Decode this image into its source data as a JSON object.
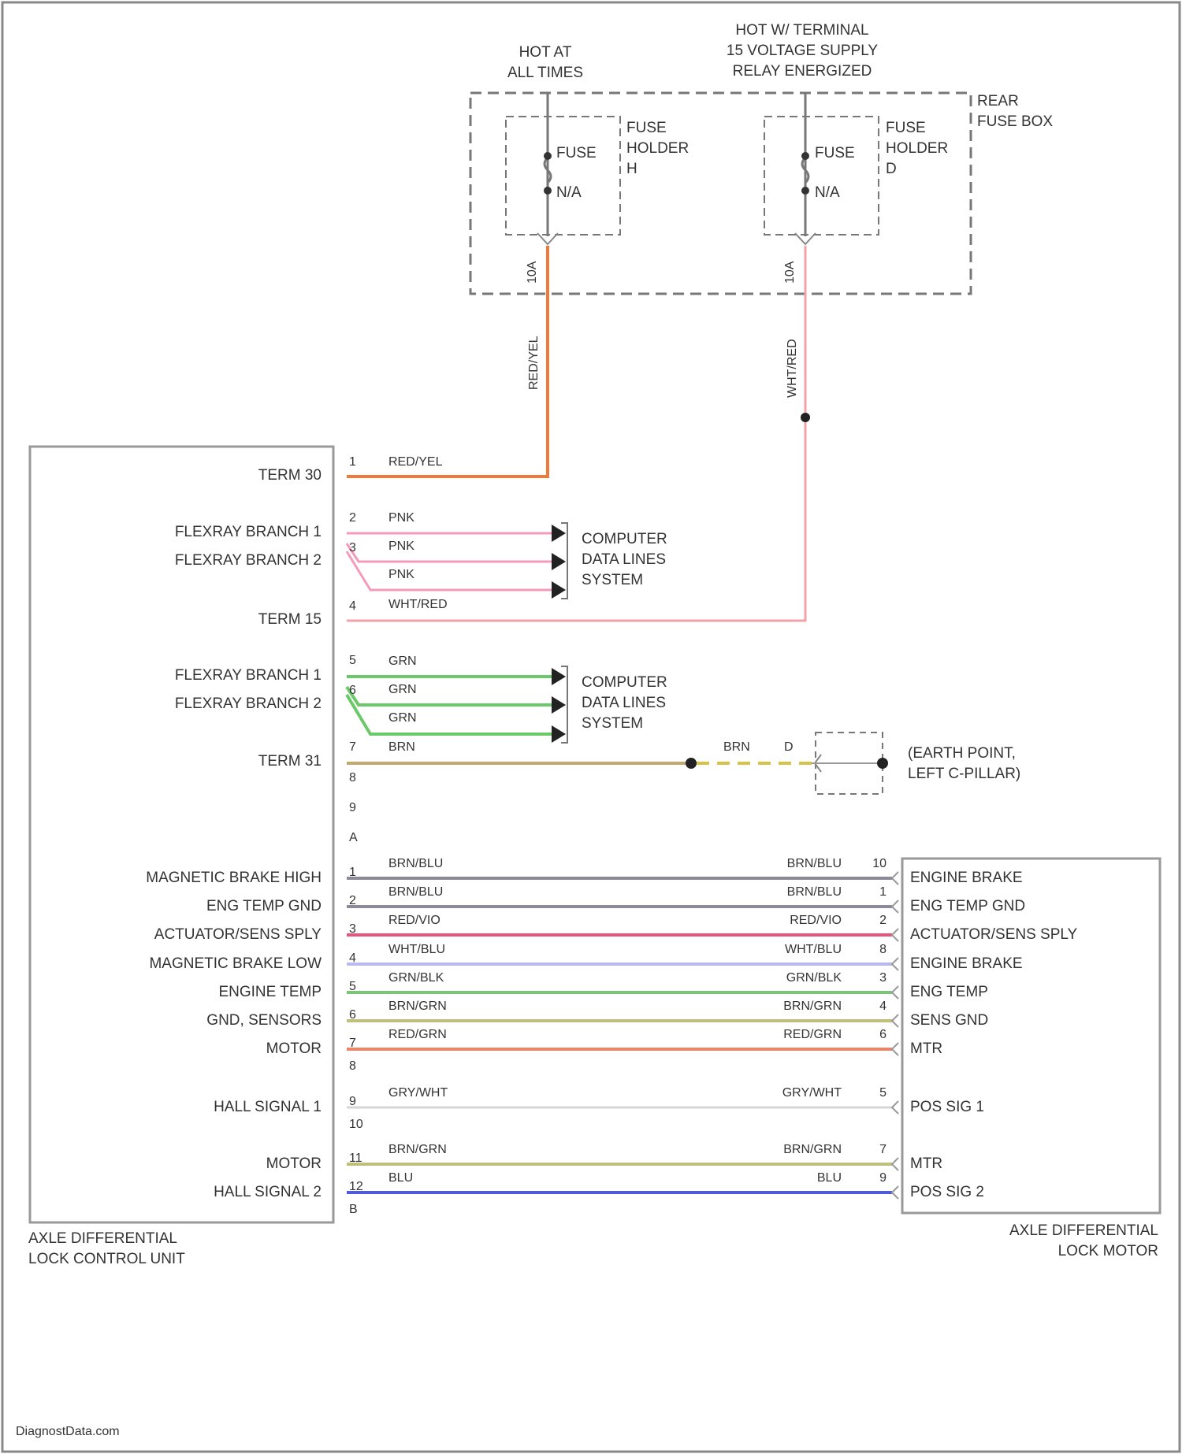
{
  "header": {
    "hot_at_all_times": [
      "HOT AT",
      "ALL TIMES"
    ],
    "hot_term15": [
      "HOT W/ TERMINAL",
      "15 VOLTAGE SUPPLY",
      "RELAY ENERGIZED"
    ],
    "rear_fuse_box": [
      "REAR",
      "FUSE BOX"
    ]
  },
  "fuses": [
    {
      "fuse": "FUSE",
      "rating_label": "N/A",
      "holder": [
        "FUSE",
        "HOLDER",
        "H"
      ],
      "amps": "10A",
      "wire": "RED/YEL",
      "color": "#f07a3c"
    },
    {
      "fuse": "FUSE",
      "rating_label": "N/A",
      "holder": [
        "FUSE",
        "HOLDER",
        "D"
      ],
      "amps": "10A",
      "wire": "WHT/RED",
      "color": "#f2a3a8"
    }
  ],
  "control_unit": {
    "name": [
      "AXLE DIFFERENTIAL",
      "LOCK CONTROL UNIT"
    ],
    "pins_top": [
      {
        "pin": "1",
        "label": "TERM 30",
        "wire": "RED/YEL",
        "color": "#f07a3c"
      },
      {
        "pin": "2",
        "label": "FLEXRAY BRANCH 1",
        "wire": "PNK",
        "color": "#f59ab8"
      },
      {
        "pin": "3",
        "label": "FLEXRAY BRANCH 2",
        "wire": "PNK",
        "color": "#f59ab8"
      },
      {
        "pin": "",
        "label": "",
        "wire": "PNK",
        "color": "#f59ab8"
      },
      {
        "pin": "4",
        "label": "TERM 15",
        "wire": "WHT/RED",
        "color": "#f2a3a8"
      },
      {
        "pin": "5",
        "label": "FLEXRAY BRANCH 1",
        "wire": "GRN",
        "color": "#6cc96a"
      },
      {
        "pin": "6",
        "label": "FLEXRAY BRANCH 2",
        "wire": "GRN",
        "color": "#6cc96a"
      },
      {
        "pin": "",
        "label": "",
        "wire": "GRN",
        "color": "#6cc96a"
      },
      {
        "pin": "7",
        "label": "TERM 31",
        "wire": "BRN",
        "color": "#c4a86a"
      }
    ],
    "unused_pins": [
      "8",
      "9",
      "A"
    ],
    "data_lines": [
      "COMPUTER",
      "DATA LINES",
      "SYSTEM"
    ],
    "ground": {
      "wire": "BRN",
      "connector": "D",
      "label": [
        "(EARTH POINT,",
        "LEFT C-PILLAR)"
      ]
    }
  },
  "motor": {
    "name": [
      "AXLE DIFFERENTIAL",
      "LOCK MOTOR"
    ]
  },
  "connections": [
    {
      "cu_pin": "1",
      "cu_label": "MAGNETIC BRAKE HIGH",
      "wire": "BRN/BLU",
      "color": "#8a8a9a",
      "m_pin": "10",
      "m_label": "ENGINE BRAKE"
    },
    {
      "cu_pin": "2",
      "cu_label": "ENG TEMP GND",
      "wire": "BRN/BLU",
      "color": "#8a8a9a",
      "m_pin": "1",
      "m_label": "ENG TEMP GND"
    },
    {
      "cu_pin": "3",
      "cu_label": "ACTUATOR/SENS SPLY",
      "wire": "RED/VIO",
      "color": "#e8557a",
      "m_pin": "2",
      "m_label": "ACTUATOR/SENS SPLY"
    },
    {
      "cu_pin": "4",
      "cu_label": "MAGNETIC BRAKE LOW",
      "wire": "WHT/BLU",
      "color": "#b9b9f0",
      "m_pin": "8",
      "m_label": "ENGINE BRAKE"
    },
    {
      "cu_pin": "5",
      "cu_label": "ENGINE TEMP",
      "wire": "GRN/BLK",
      "color": "#7cc478",
      "m_pin": "3",
      "m_label": "ENG TEMP"
    },
    {
      "cu_pin": "6",
      "cu_label": "GND, SENSORS",
      "wire": "BRN/GRN",
      "color": "#bdbf7a",
      "m_pin": "4",
      "m_label": "SENS GND"
    },
    {
      "cu_pin": "7",
      "cu_label": "MOTOR",
      "wire": "RED/GRN",
      "color": "#e8856a",
      "m_pin": "6",
      "m_label": "MTR"
    },
    {
      "cu_pin": "9",
      "cu_label": "HALL SIGNAL 1",
      "wire": "GRY/WHT",
      "color": "#d6d6d6",
      "m_pin": "5",
      "m_label": "POS SIG 1"
    },
    {
      "cu_pin": "11",
      "cu_label": "MOTOR",
      "wire": "BRN/GRN",
      "color": "#bdbf7a",
      "m_pin": "7",
      "m_label": "MTR"
    },
    {
      "cu_pin": "12",
      "cu_label": "HALL SIGNAL 2",
      "wire": "BLU",
      "color": "#4f5bdb",
      "m_pin": "9",
      "m_label": "POS SIG 2"
    }
  ],
  "spare_pins": {
    "after_7": "8",
    "after_9": "10",
    "after_12": "B"
  },
  "footer": "DiagnostData.com"
}
